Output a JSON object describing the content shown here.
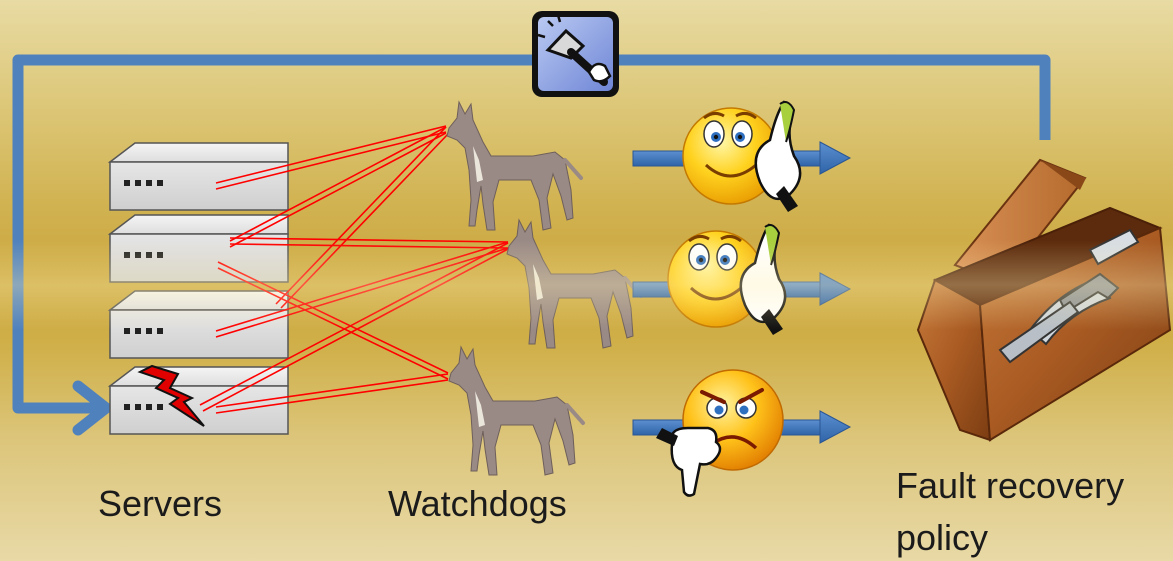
{
  "labels": {
    "servers": "Servers",
    "watchdogs": "Watchdogs",
    "fault_recovery": "Fault recovery policy"
  },
  "colors": {
    "feedback_arrow": "#4f81bd",
    "watch_lines": "#ff0000",
    "server_fill": "#d9d9d9",
    "server_top": "#ececec",
    "fault_bolt": "#e00000"
  },
  "icons": {
    "hammer": "hammer-icon",
    "server": "server-icon",
    "fault": "lightning-icon",
    "watchdog": "dog-icon",
    "healthy": "smiley-thumbs-up-icon",
    "failed": "angry-thumbs-down-icon",
    "toolbox": "toolbox-icon"
  }
}
